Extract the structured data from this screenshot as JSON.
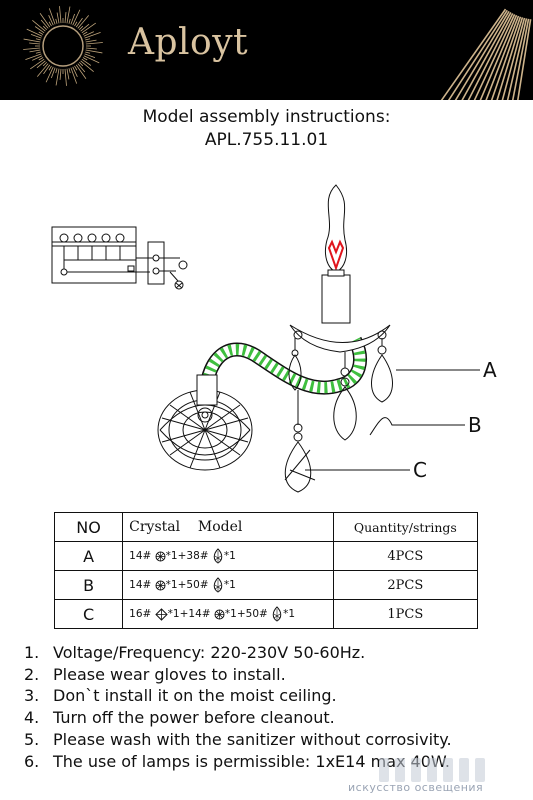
{
  "header": {
    "brand": "Aployt"
  },
  "title": {
    "line1": "Model assembly instructions:",
    "line2": "APL.755.11.01"
  },
  "diagram": {
    "labels": [
      "A",
      "B",
      "C"
    ]
  },
  "table": {
    "headers": {
      "no": "NO",
      "model": "Crystal    Model",
      "quantity": "Quantity/strings"
    },
    "rows": [
      {
        "no": "A",
        "m1": "14#",
        "m2": "*1+38#",
        "m3": "*1",
        "qty": "4PCS"
      },
      {
        "no": "B",
        "m1": "14#",
        "m2": "*1+50#",
        "m3": "*1",
        "qty": "2PCS"
      },
      {
        "no": "C",
        "m1": "16#",
        "m2": "*1+14#",
        "m3": "*1+50#",
        "m4": "*1",
        "qty": "1PCS"
      }
    ]
  },
  "notes": [
    {
      "num": "1.",
      "text": "Voltage/Frequency: 220-230V 50-60Hz."
    },
    {
      "num": "2.",
      "text": "Please wear gloves to install."
    },
    {
      "num": "3.",
      "text": "Don`t install it on the moist ceiling."
    },
    {
      "num": "4.",
      "text": "Turn off the power before cleanout."
    },
    {
      "num": "5.",
      "text": "Please wash with the sanitizer without corrosivity."
    },
    {
      "num": "6.",
      "text": "The use of lamps is permissible: 1xE14 max 40W."
    }
  ],
  "watermark": {
    "sub": "искусство освещения"
  },
  "colors": {
    "banner": "#000000",
    "brand": "#d9c3a0",
    "bulb": "#e0141c",
    "arm_wrap": "#3fbf3f"
  }
}
